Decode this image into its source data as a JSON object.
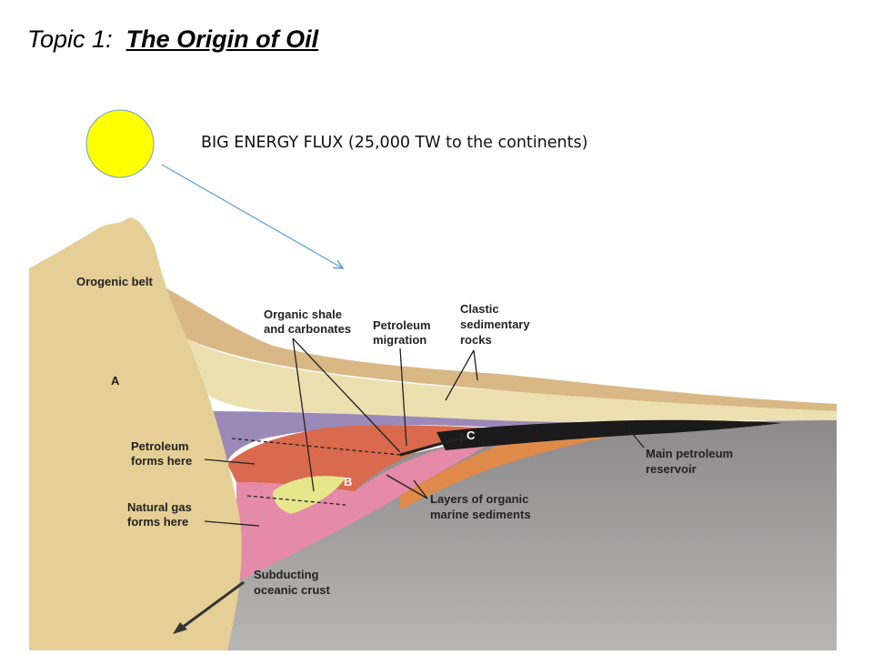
{
  "slide": {
    "topic_prefix": "Topic 1:",
    "topic_name": "The Origin of Oil",
    "energy_flux_label": "BIG ENERGY FLUX (25,000 TW to the continents)"
  },
  "diagram": {
    "labels": {
      "orogenic_belt": "Orogenic belt",
      "organic_shale_1": "Organic shale",
      "organic_shale_2": "and carbonates",
      "petroleum_migration_1": "Petroleum",
      "petroleum_migration_2": "migration",
      "clastic_1": "Clastic",
      "clastic_2": "sedimentary",
      "clastic_3": "rocks",
      "petroleum_forms_1": "Petroleum",
      "petroleum_forms_2": "forms here",
      "natural_gas_1": "Natural gas",
      "natural_gas_2": "forms here",
      "main_reservoir_1": "Main petroleum",
      "main_reservoir_2": "reservoir",
      "layers_organic_1": "Layers of organic",
      "layers_organic_2": "marine sediments",
      "subducting_1": "Subducting",
      "subducting_2": "oceanic crust",
      "letter_a": "A",
      "letter_b": "B",
      "letter_c": "C"
    },
    "colors": {
      "sun": "#ffff00",
      "arrow": "#5b9bd5",
      "mountain": "#e6cf96",
      "upper_sediment": "#d9b886",
      "clastic_layer": "#ede0b0",
      "purple_layer": "#9b8ab8",
      "red_layer": "#d96a4e",
      "pink_layer": "#e58aa8",
      "crust": "#a8a5a5",
      "oil": "#1a1a1a",
      "orange_layer": "#e08a4a"
    }
  }
}
